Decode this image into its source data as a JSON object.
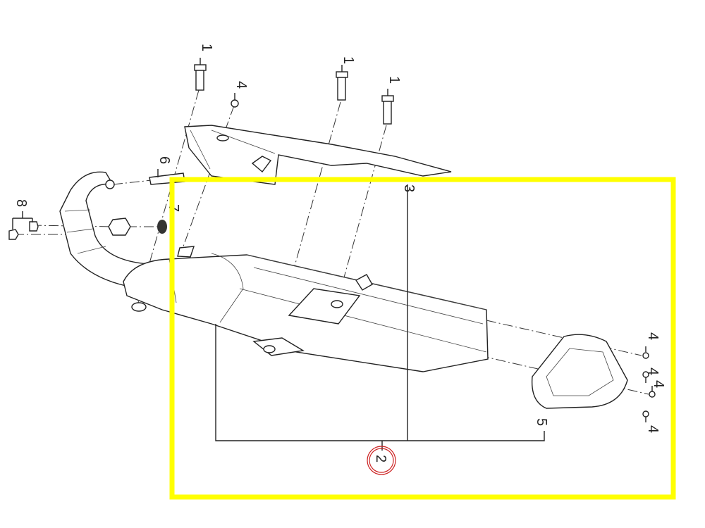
{
  "diagram": {
    "title": "Exhaust muffler exploded parts diagram",
    "callouts": [
      {
        "id": "bolt-a",
        "label": "1"
      },
      {
        "id": "bolt-b",
        "label": "1"
      },
      {
        "id": "bolt-c",
        "label": "1"
      },
      {
        "id": "screw-top",
        "label": "4"
      },
      {
        "id": "stud",
        "label": "6"
      },
      {
        "id": "gasket",
        "label": "7"
      },
      {
        "id": "nuts",
        "label": "8"
      },
      {
        "id": "heat-shield",
        "label": "3"
      },
      {
        "id": "screw-r1",
        "label": "4"
      },
      {
        "id": "screw-r2",
        "label": "4"
      },
      {
        "id": "screw-r3",
        "label": "4"
      },
      {
        "id": "screw-r4",
        "label": "4"
      },
      {
        "id": "end-cap",
        "label": "5"
      },
      {
        "id": "muffler-assy",
        "label": "2"
      }
    ],
    "highlight_color": "#ffff00",
    "selected_circle_color": "#cc2222"
  }
}
